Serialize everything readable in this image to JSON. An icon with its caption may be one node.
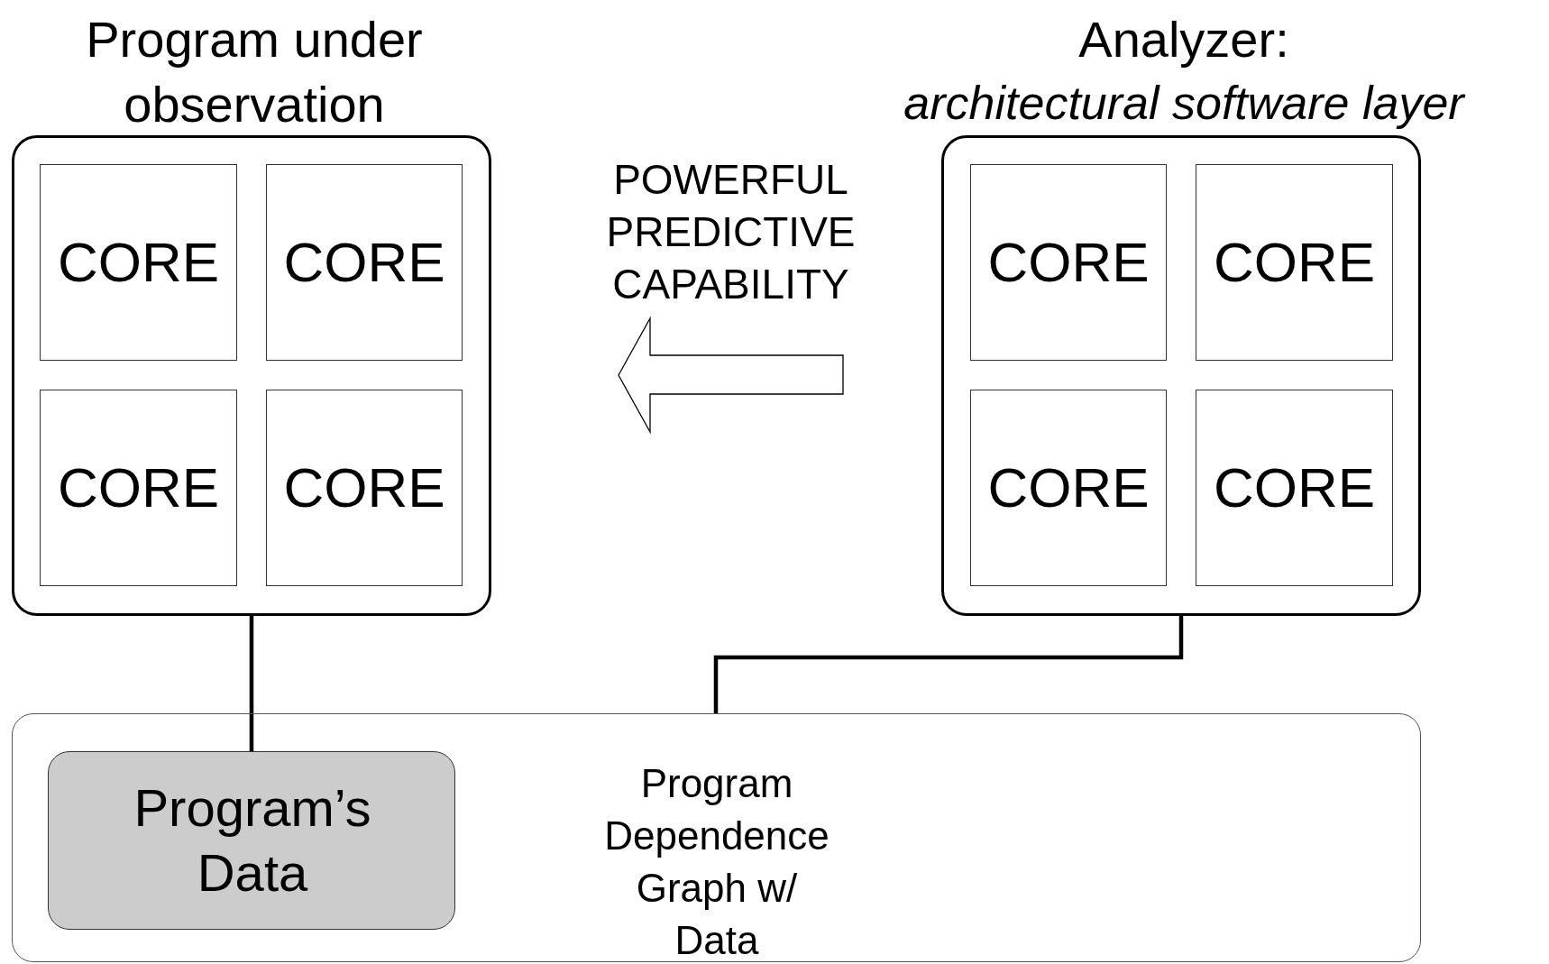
{
  "diagram": {
    "nodes": [
      {
        "text": [
          "Program under observation"
        ]
      },
      {
        "text": [
          "CORE"
        ],
        "in": 0
      },
      {
        "text": [
          "CORE"
        ],
        "in": 0
      },
      {
        "text": [
          "CORE"
        ],
        "in": 0
      },
      {
        "text": [
          "CORE"
        ],
        "in": 0
      },
      {
        "text": [
          "Analyzer:",
          "architectural software layer"
        ]
      },
      {
        "text": [
          "CORE"
        ],
        "in": 5
      },
      {
        "text": [
          "CORE"
        ],
        "in": 5
      },
      {
        "text": [
          "CORE"
        ],
        "in": 5
      },
      {
        "text": [
          "CORE"
        ],
        "in": 5
      },
      {
        "text": [
          "Program Dependence Graph w/ Data"
        ]
      },
      {
        "text": [
          "Program’s Data"
        ],
        "in": 10
      }
    ],
    "edges": [
      {
        "from": 5,
        "to": 0,
        "arrow": "to",
        "label": "POWERFUL PREDICTIVE CAPABILITY"
      },
      {
        "from": 0,
        "to": 11,
        "arrow": "none"
      },
      {
        "from": 5,
        "to": 10,
        "arrow": "none"
      }
    ]
  }
}
